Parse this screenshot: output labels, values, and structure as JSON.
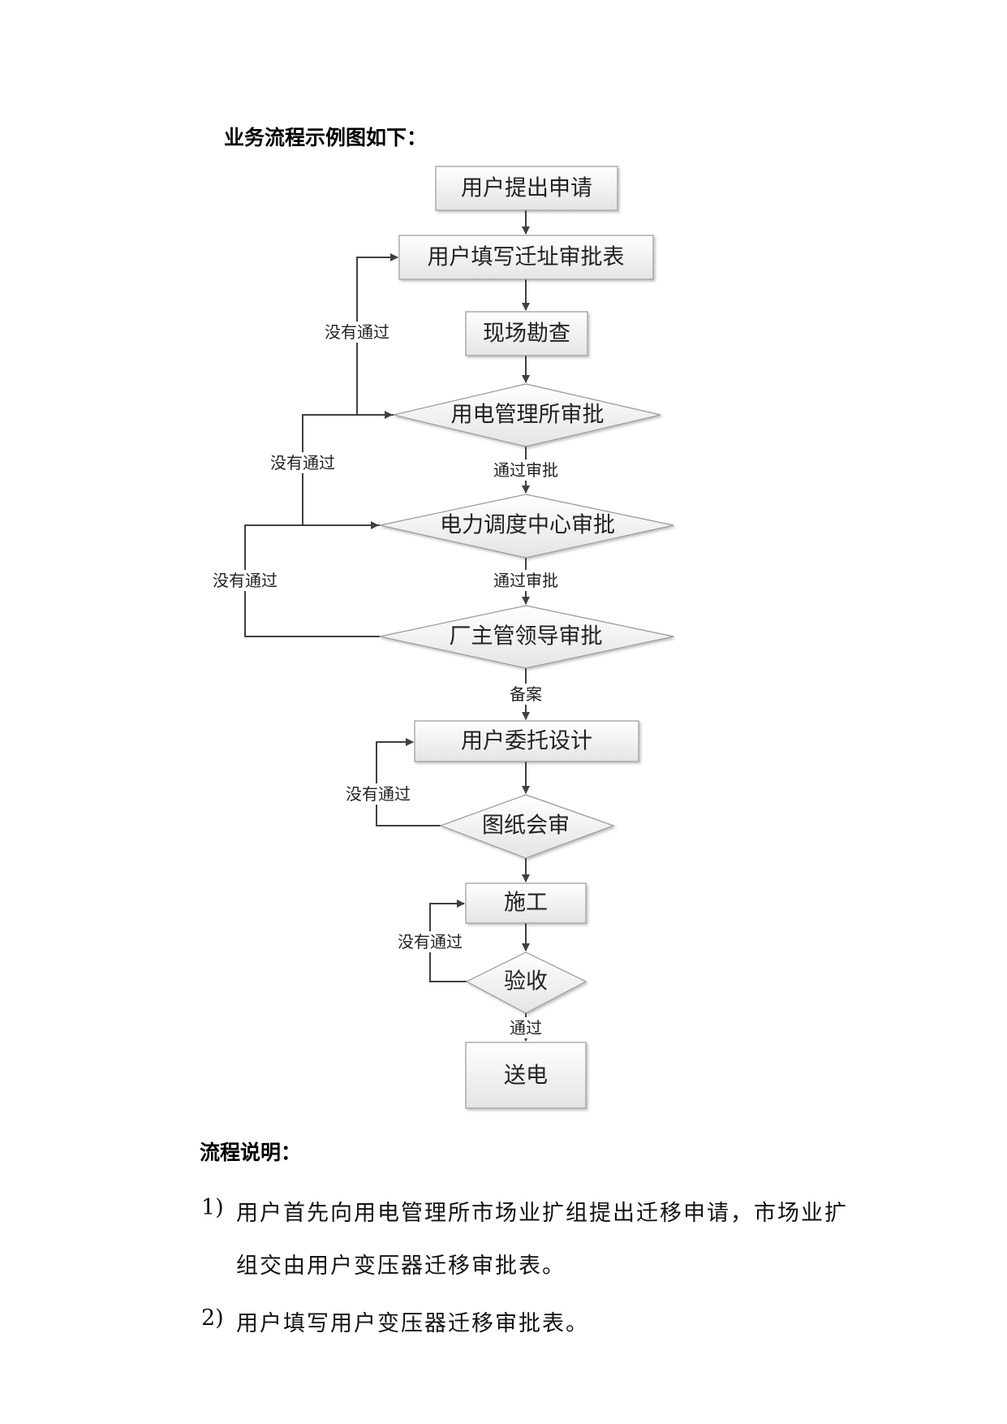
{
  "heading": "业务流程示例图如下：",
  "flowchart": {
    "nodes": {
      "apply": "用户提出申请",
      "fill_form": "用户填写迁址审批表",
      "survey": "现场勘查",
      "office_approval": "用电管理所审批",
      "dispatch_approval": "电力调度中心审批",
      "leader_approval": "厂主管领导审批",
      "design": "用户委托设计",
      "drawing_review": "图纸会审",
      "construction": "施工",
      "acceptance": "验收",
      "power_on": "送电"
    },
    "labels": {
      "not_passed": "没有通过",
      "approved": "通过审批",
      "filed": "备案",
      "passed": "通过"
    }
  },
  "section_title": "流程说明：",
  "steps": [
    {
      "num": "1)",
      "line1": "用户首先向用电管理所市场业扩组提出迁移申请，市场业扩",
      "line2": "组交由用户变压器迁移审批表。"
    },
    {
      "num": "2)",
      "line1": "用户填写用户变压器迁移审批表。"
    }
  ]
}
